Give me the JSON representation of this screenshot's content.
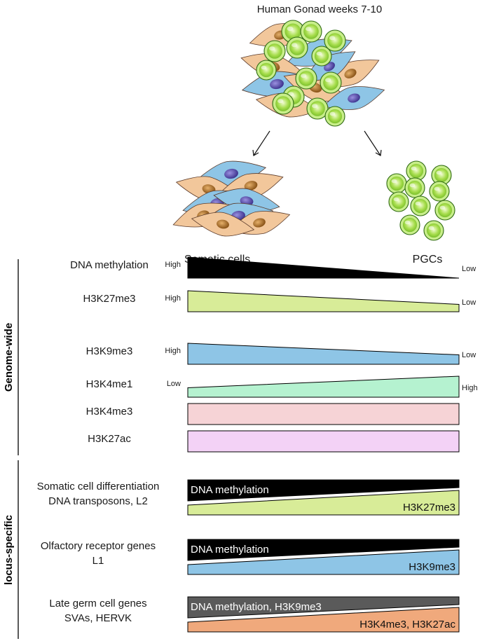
{
  "title": "Human Gonad weeks 7-10",
  "somatic_label": "Somatic cells",
  "pgc_label": "PGCs",
  "sections": {
    "genome_wide": "Genome-wide",
    "locus_specific": "locus-specific"
  },
  "genome_wide": [
    {
      "mark": "DNA methylation",
      "left": "High",
      "right": "Low",
      "color": "#000000",
      "shape": "decrease",
      "left_frac": 1.0,
      "right_frac": 0.0
    },
    {
      "mark": "H3K27me3",
      "left": "High",
      "right": "Low",
      "color": "#d8ec98",
      "shape": "decrease",
      "left_frac": 1.0,
      "right_frac": 0.35
    },
    {
      "mark": "H3K9me3",
      "left": "High",
      "right": "Low",
      "color": "#8ec5e6",
      "shape": "decrease",
      "left_frac": 1.0,
      "right_frac": 0.45
    },
    {
      "mark": "H3K4me1",
      "left": "Low",
      "right": "High",
      "color": "#b5f2d0",
      "shape": "increase",
      "left_frac": 0.45,
      "right_frac": 1.0
    },
    {
      "mark": "H3K4me3",
      "left": "",
      "right": "",
      "color": "#f6d3d6",
      "shape": "flat",
      "left_frac": 1.0,
      "right_frac": 1.0
    },
    {
      "mark": "H3K27ac",
      "left": "",
      "right": "",
      "color": "#f3d2f6",
      "shape": "flat",
      "left_frac": 1.0,
      "right_frac": 1.0
    }
  ],
  "locus_specific": [
    {
      "label_lines": [
        "Somatic cell differentiation",
        "DNA transposons, L2"
      ],
      "top_text": "DNA methylation",
      "top_color": "#000000",
      "bottom_text": "H3K27me3",
      "bottom_color": "#d8ec98"
    },
    {
      "label_lines": [
        "Olfactory receptor genes",
        "L1"
      ],
      "top_text": "DNA methylation",
      "top_color": "#000000",
      "bottom_text": "H3K9me3",
      "bottom_color": "#8ec5e6"
    },
    {
      "label_lines": [
        "Late germ cell genes",
        "SVAs, HERVK"
      ],
      "top_text": "DNA methylation, H3K9me3",
      "top_color": "#5a5a5a",
      "bottom_text": "H3K4me3, H3K27ac",
      "bottom_color": "#f0a97c"
    }
  ],
  "colors": {
    "pgc_green": "#9edc45",
    "pgc_outline": "#2f6a12",
    "somatic_blue": "#8ec5e6",
    "somatic_peach": "#f2c79b",
    "nucleus_purple": "#5b4fa8",
    "nucleus_brown": "#b0722a"
  }
}
